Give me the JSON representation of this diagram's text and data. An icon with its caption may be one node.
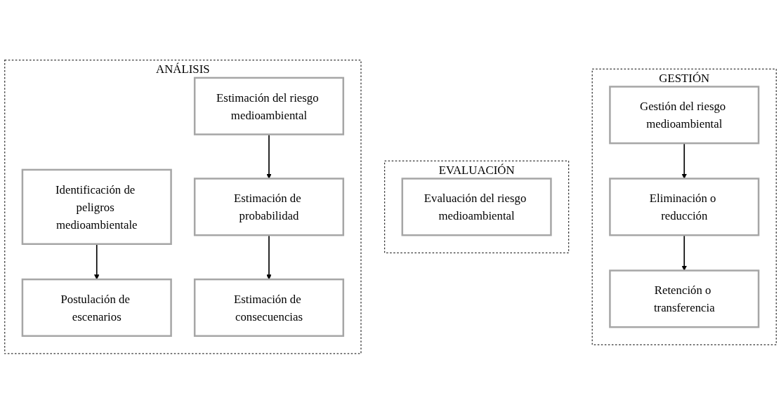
{
  "diagram": {
    "nodes": [
      {
        "text": [
          "ANÁLISIS"
        ]
      },
      {
        "text": [
          "Identificación de peligros medioambientale"
        ],
        "in": 0
      },
      {
        "text": [
          "Postulación de escenarios"
        ],
        "in": 0
      },
      {
        "text": [
          "Estimación del riesgo medioambiental"
        ],
        "in": 0
      },
      {
        "text": [
          "Estimación de probabilidad"
        ],
        "in": 0
      },
      {
        "text": [
          "Estimación de consecuencias"
        ],
        "in": 0
      },
      {
        "text": [
          "EVALUACIÓN"
        ]
      },
      {
        "text": [
          "Evaluación del riesgo medioambiental"
        ],
        "in": 6
      },
      {
        "text": [
          "GESTIÓN"
        ]
      },
      {
        "text": [
          "Gestión del riesgo medioambiental"
        ],
        "in": 8
      },
      {
        "text": [
          "Eliminación o reducción"
        ],
        "in": 8
      },
      {
        "text": [
          "Retención o transferencia"
        ],
        "in": 8
      }
    ],
    "edges": [
      {
        "from": 1,
        "to": 2,
        "arrow": "to"
      },
      {
        "from": 3,
        "to": 4,
        "arrow": "to"
      },
      {
        "from": 4,
        "to": 5,
        "arrow": "to"
      },
      {
        "from": 9,
        "to": 10,
        "arrow": "to"
      },
      {
        "from": 10,
        "to": 11,
        "arrow": "to"
      }
    ]
  }
}
